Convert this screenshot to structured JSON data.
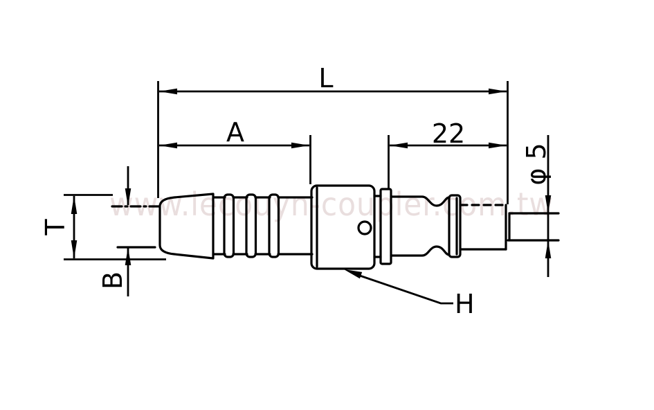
{
  "page": {
    "background": "#ffffff",
    "line_color": "#000000"
  },
  "watermark": {
    "text": "www.lecouyn-coupler.com.tw",
    "color": "#e9dede"
  },
  "drawing": {
    "type": "engineering-dimension-drawing",
    "subject": "hose-barb quick-coupler plug, side profile view",
    "dimensions": {
      "overall_length": {
        "label": "L"
      },
      "tail_length": {
        "label": "A"
      },
      "plug_length": {
        "label": "22"
      },
      "tip_diameter": {
        "label": "φ 5"
      },
      "tail_outer": {
        "label": "T"
      },
      "tail_bore": {
        "label": "B"
      },
      "body_callout": {
        "label": "H"
      }
    }
  }
}
